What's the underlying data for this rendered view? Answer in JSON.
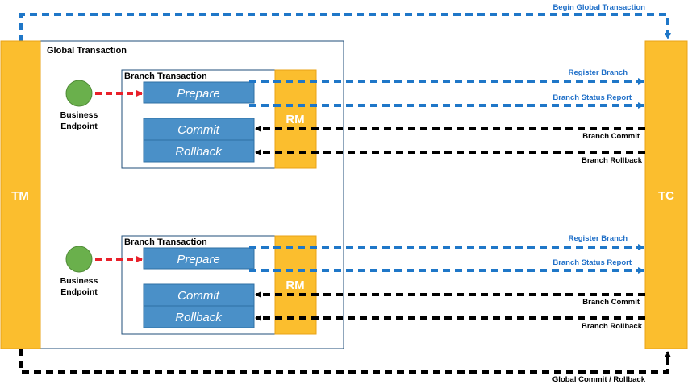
{
  "colors": {
    "orange": "#FBBE2E",
    "orange_border": "#E8A317",
    "blue_box": "#4A90C8",
    "blue_box_border": "#2F6FA3",
    "blue_arrow": "#1F77C8",
    "black_arrow": "#000000",
    "red_arrow": "#E8202A",
    "green_node": "#6AB04C",
    "blue_text": "#1F6FC8",
    "frame": "#1F4E79"
  },
  "tm": {
    "label": "TM"
  },
  "tc": {
    "label": "TC"
  },
  "global_transaction": {
    "title": "Global Transaction"
  },
  "top_flow": {
    "label": "Begin Global Transaction"
  },
  "bottom_flow": {
    "label": "Global Commit / Rollback"
  },
  "branches": [
    {
      "title": "Branch Transaction",
      "endpoint_label_1": "Business",
      "endpoint_label_2": "Endpoint",
      "prepare": "Prepare",
      "commit": "Commit",
      "rollback": "Rollback",
      "rm": "RM",
      "register": "Register Branch",
      "status": "Branch Status Report",
      "branch_commit": "Branch Commit",
      "branch_rollback": "Branch Rollback"
    },
    {
      "title": "Branch Transaction",
      "endpoint_label_1": "Business",
      "endpoint_label_2": "Endpoint",
      "prepare": "Prepare",
      "commit": "Commit",
      "rollback": "Rollback",
      "rm": "RM",
      "register": "Register Branch",
      "status": "Branch Status Report",
      "branch_commit": "Branch Commit",
      "branch_rollback": "Branch Rollback"
    }
  ]
}
